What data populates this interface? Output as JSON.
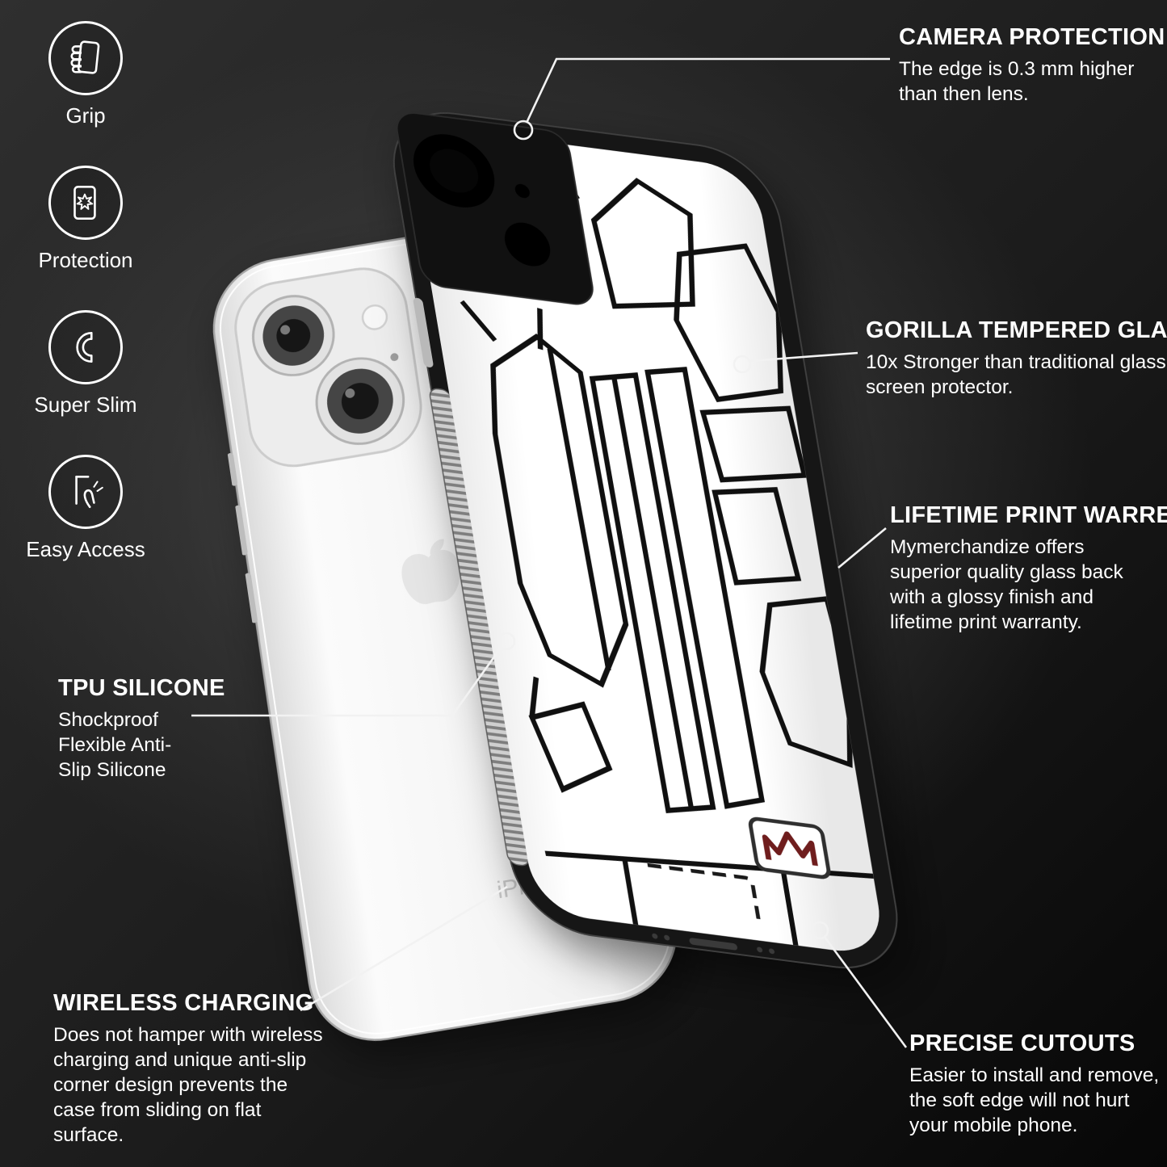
{
  "background": {
    "base": "#1c1c1c",
    "glow": "#585858"
  },
  "feature_icons": [
    {
      "id": "grip",
      "label": "Grip"
    },
    {
      "id": "protection",
      "label": "Protection"
    },
    {
      "id": "super-slim",
      "label": "Super Slim"
    },
    {
      "id": "easy-access",
      "label": "Easy Access"
    }
  ],
  "callouts": {
    "camera_protection": {
      "title": "CAMERA PROTECTION",
      "body": "The edge is 0.3 mm higher than then lens."
    },
    "gorilla_tempered_glass": {
      "title": "GORILLA TEMPERED GLASS",
      "body": "10x Stronger than traditional glass screen protector."
    },
    "lifetime_print_warranty": {
      "title": "LIFETIME PRINT WARRENTY",
      "body": "Mymerchandize offers superior quality glass back with a glossy finish and lifetime print warranty."
    },
    "tpu_silicone": {
      "title": "TPU SILICONE",
      "body": "Shockproof Flexible Anti-Slip Silicone"
    },
    "wireless_charging": {
      "title": "WIRELESS CHARGING",
      "body": "Does not hamper with wireless charging and unique anti-slip corner design prevents the case from sliding on flat surface."
    },
    "precise_cutouts": {
      "title": "PRECISE CUTOUTS",
      "body": "Easier to install and remove, the soft edge will not hurt your mobile phone."
    }
  },
  "phone": {
    "brand_text": "iPho"
  }
}
